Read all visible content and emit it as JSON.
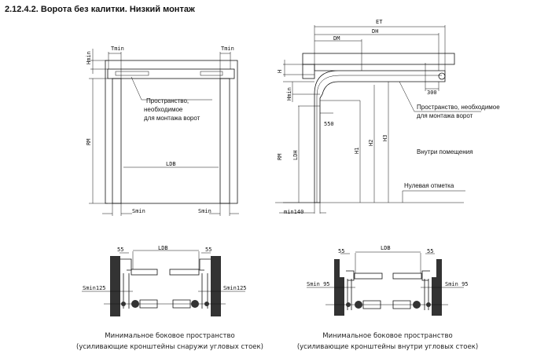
{
  "title": "2.12.4.2. Ворота без калитки. Низкий монтаж",
  "front_view": {
    "tmin_left": "Tmin",
    "tmin_right": "Tmin",
    "hmin": "Hmin",
    "rm": "RM",
    "ldb": "LDB",
    "smin_left": "Smin",
    "smin_right": "Smin",
    "note": [
      "Пространство,",
      "необходимое",
      "для монтажа ворот"
    ]
  },
  "side_view": {
    "et": "ET",
    "dh": "DH",
    "dm": "DM",
    "h": "H",
    "hmin": "Hmin",
    "rm": "RM",
    "ldh": "LDH",
    "h1": "H1",
    "h2": "H2",
    "h3": "H3",
    "d300": "300",
    "d550": "550",
    "min140": "min140",
    "note": [
      "Пространство, необходимое",
      "для монтажа ворот"
    ],
    "inside": "Внутри помещения",
    "zero": "Нулевая отметка"
  },
  "plan_outside": {
    "ldb": "LDB",
    "d55_left": "55",
    "d55_right": "55",
    "smin_left": "Smin125",
    "smin_right": "Smin125",
    "caption": [
      "Минимальное боковое пространство",
      "(усиливающие кронштейны снаружи угловых стоек)"
    ]
  },
  "plan_inside": {
    "ldb": "LDB",
    "d55_left": "55",
    "d55_right": "55",
    "smin_left": "Smin 95",
    "smin_right": "Smin 95",
    "caption": [
      "Минимальное боковое пространство",
      "(усиливающие кронштейны внутри угловых стоек)"
    ]
  }
}
